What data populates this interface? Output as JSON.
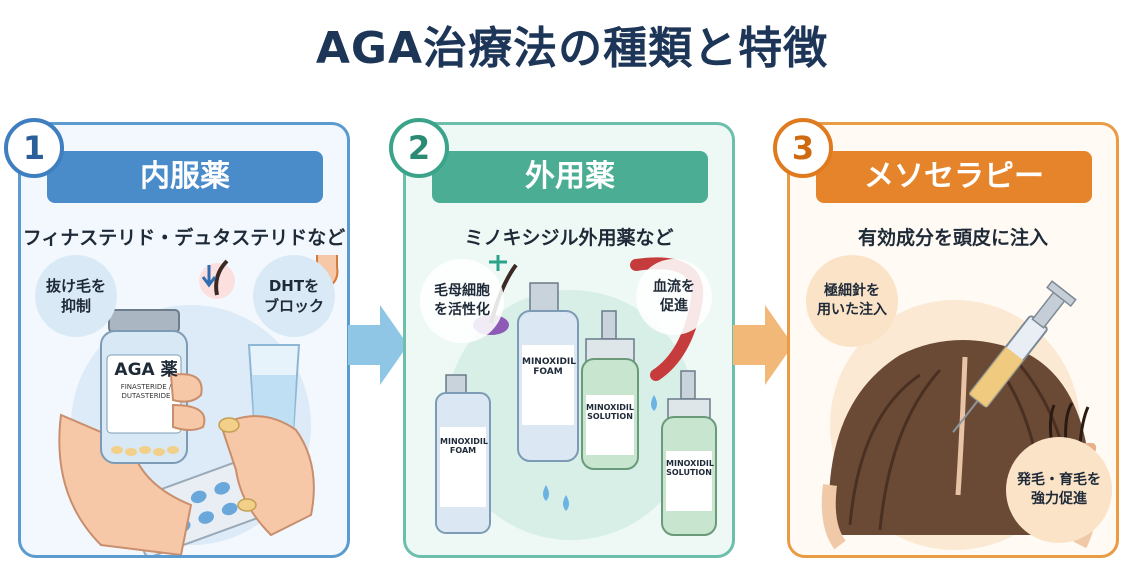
{
  "title": "AGA治療法の種類と特徴",
  "panels": [
    {
      "number": "1",
      "heading": "内服薬",
      "subtitle": "フィナステリド・デュタステリドなど",
      "bubble_left": "抜け毛を\n抑制",
      "bubble_right": "DHTを\nブロック",
      "bottle_label": "AGA 薬",
      "bottle_sublabel": "FINASTERIDE / DUTASTERIDE",
      "accent": "#4a8cca"
    },
    {
      "number": "2",
      "heading": "外用薬",
      "subtitle": "ミノキシジル外用薬など",
      "bubble_left": "毛母細胞\nを活性化",
      "bubble_right": "血流を\n促進",
      "foam_label_1": "MINOXIDIL FOAM",
      "foam_label_2": "MINOXIDIL FOAM",
      "solution_label_1": "MINOXIDIL SOLUTION",
      "solution_label_2": "MINOXIDIL SOLUTION",
      "accent": "#4bae94"
    },
    {
      "number": "3",
      "heading": "メソセラピー",
      "subtitle": "有効成分を頭皮に注入",
      "bubble_left": "極細針を\n用いた注入",
      "bubble_right": "発毛・育毛を\n強力促進",
      "accent": "#e6842c"
    }
  ]
}
